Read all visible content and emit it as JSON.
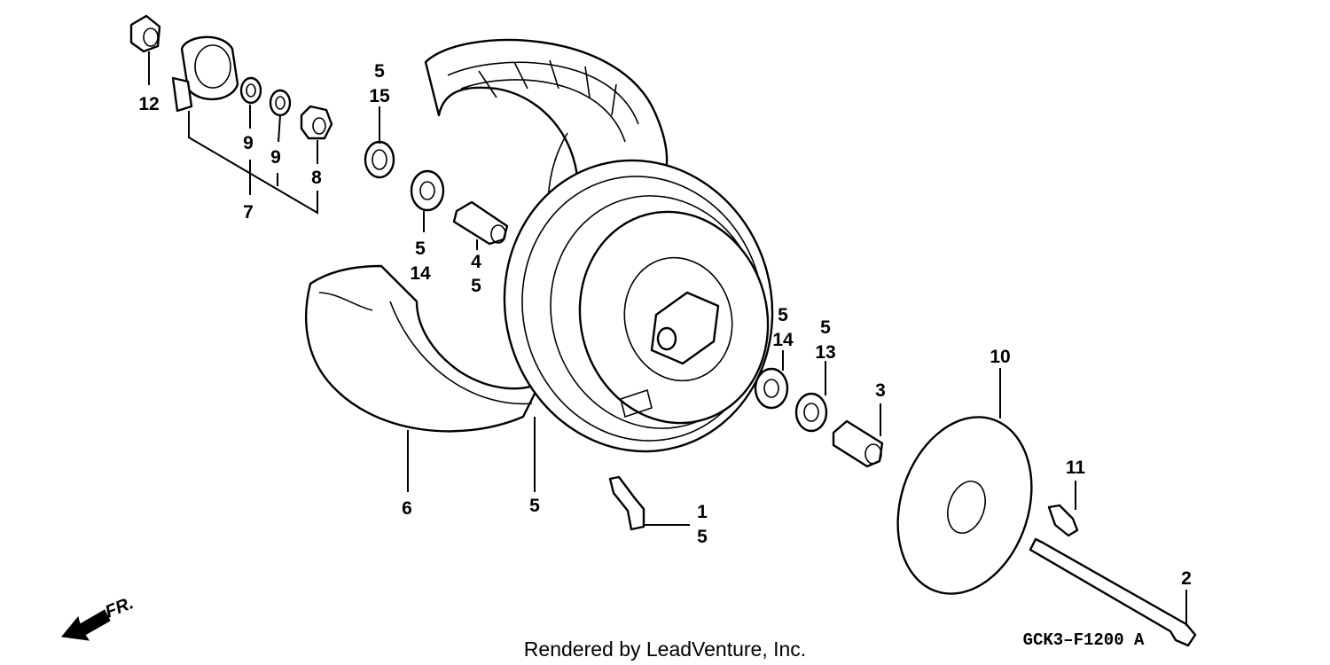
{
  "callouts": {
    "c12": "12",
    "c9a": "9",
    "c9b": "9",
    "c8": "8",
    "c7": "7",
    "c15_qty": "5",
    "c15": "15",
    "c14a_qty": "5",
    "c14a": "14",
    "c4": "4",
    "c4_qty": "5",
    "c14b_qty": "5",
    "c14b": "14",
    "c13_qty": "5",
    "c13": "13",
    "c3": "3",
    "c10": "10",
    "c11": "11",
    "c6": "6",
    "c5_rim": "5",
    "c1": "1",
    "c1_qty": "5",
    "c2": "2"
  },
  "footer": {
    "credit": "Rendered by LeadVenture, Inc.",
    "diagram_code": "GCK3–F1200 A",
    "direction_label": "FR."
  },
  "icons": {
    "front_arrow": "arrow-left-down-icon"
  },
  "colors": {
    "line": "#000000",
    "background": "#ffffff"
  }
}
